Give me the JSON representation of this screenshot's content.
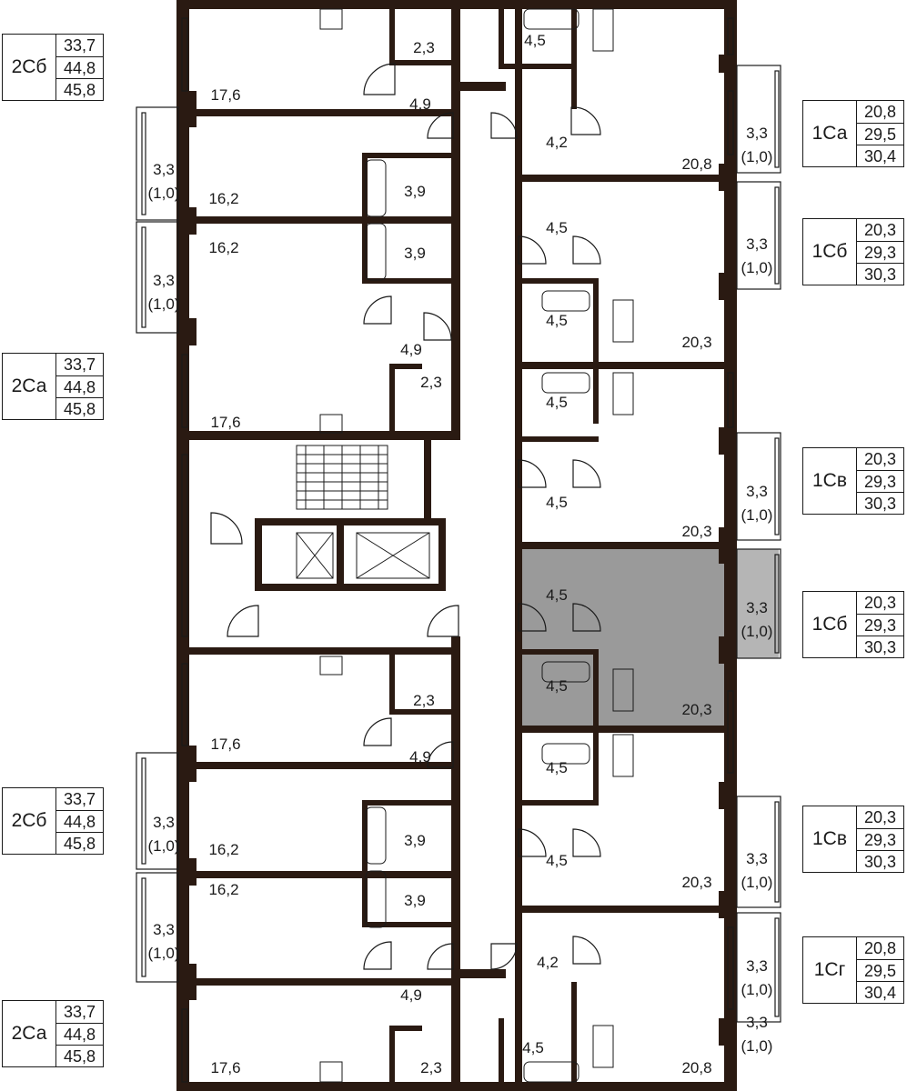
{
  "colors": {
    "wall": "#2a1a12",
    "highlight": "#9a9a9a",
    "line": "#1a1a1a",
    "background": "#ffffff"
  },
  "apartments": [
    {
      "code": "2Сб",
      "areas": [
        "33,7",
        "44,8",
        "45,8"
      ]
    },
    {
      "code": "2Са",
      "areas": [
        "33,7",
        "44,8",
        "45,8"
      ]
    },
    {
      "code": "2Сб",
      "areas": [
        "33,7",
        "44,8",
        "45,8"
      ]
    },
    {
      "code": "2Са",
      "areas": [
        "33,7",
        "44,8",
        "45,8"
      ]
    },
    {
      "code": "1Са",
      "areas": [
        "20,8",
        "29,5",
        "30,4"
      ]
    },
    {
      "code": "1Сб",
      "areas": [
        "20,3",
        "29,3",
        "30,3"
      ]
    },
    {
      "code": "1Св",
      "areas": [
        "20,3",
        "29,3",
        "30,3"
      ]
    },
    {
      "code": "1Сб",
      "areas": [
        "20,3",
        "29,3",
        "30,3"
      ],
      "highlighted": true
    },
    {
      "code": "1Св",
      "areas": [
        "20,3",
        "29,3",
        "30,3"
      ]
    },
    {
      "code": "1Сг",
      "areas": [
        "20,8",
        "29,5",
        "30,4"
      ]
    }
  ],
  "room_labels": [
    "2,3",
    "4,5",
    "17,6",
    "4,9",
    "4,2",
    "3,3",
    "(1,0)",
    "20,8",
    "3,3",
    "(1,0)",
    "3,3",
    "(1,0)",
    "16,2",
    "3,9",
    "4,5",
    "16,2",
    "3,9",
    "3,3",
    "(1,0)",
    "3,3",
    "(1,0)",
    "4,5",
    "20,3",
    "4,9",
    "2,3",
    "17,6",
    "4,5",
    "4,5",
    "3,3",
    "(1,0)",
    "20,3",
    "4,5",
    "3,3",
    "(1,0)",
    "2,3",
    "4,5",
    "20,3",
    "17,6",
    "4,9",
    "4,5",
    "3,3",
    "(1,0)",
    "3,9",
    "16,2",
    "4,5",
    "3,3",
    "(1,0)",
    "16,2",
    "3,9",
    "20,3",
    "3,3",
    "(1,0)",
    "4,2",
    "3,3",
    "(1,0)",
    "4,9",
    "4,5",
    "17,6",
    "2,3",
    "20,8"
  ]
}
